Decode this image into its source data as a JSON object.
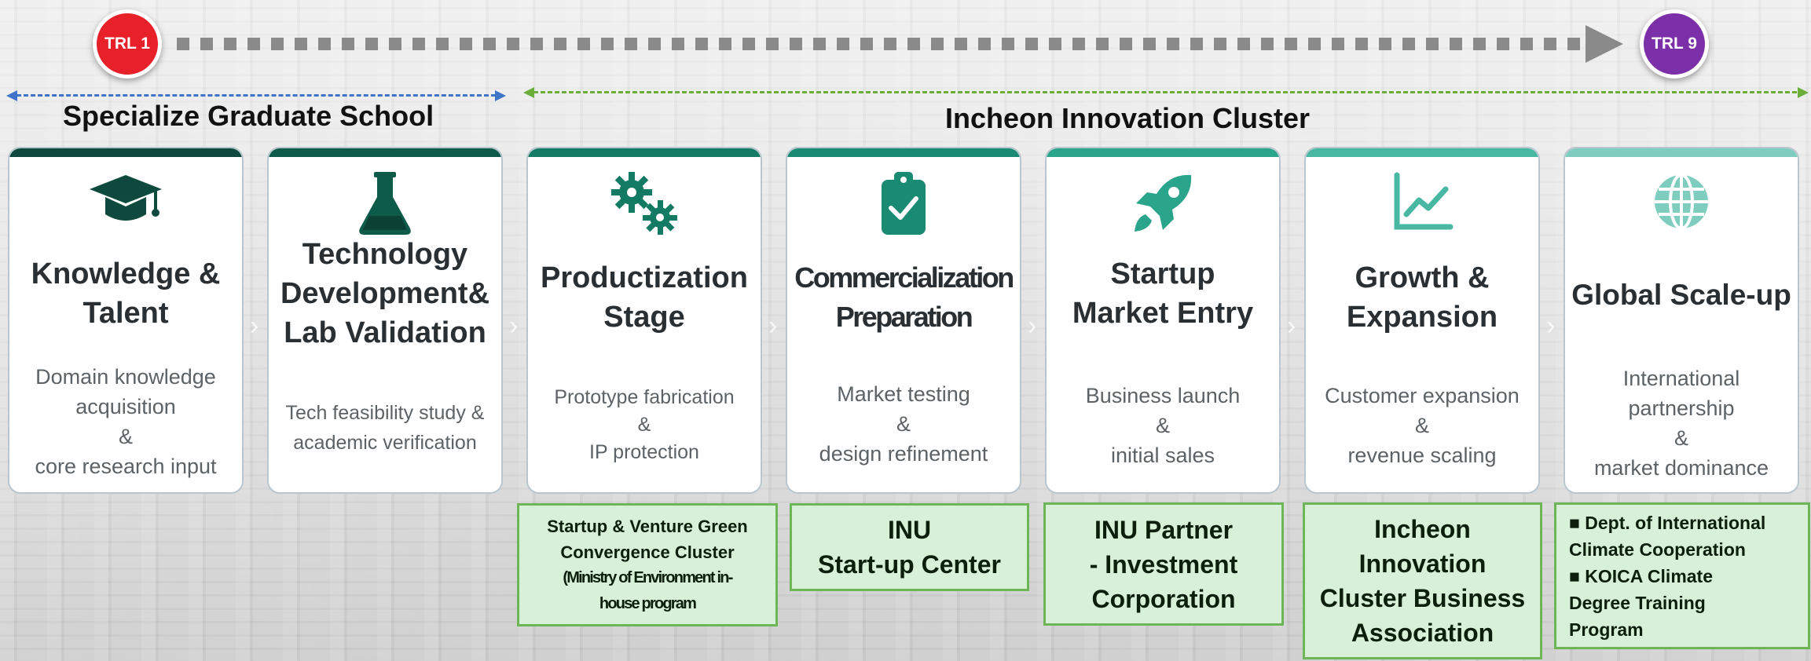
{
  "trl": {
    "start_label": "TRL 1",
    "end_label": "TRL 9",
    "start_color": "#e8202a",
    "end_color": "#7b2fa8"
  },
  "sections": {
    "left_title": "Specialize Graduate School",
    "right_title": "Incheon Innovation Cluster",
    "left_color": "#3f74c9",
    "right_color": "#6cae3b"
  },
  "stages": [
    {
      "icon": "graduation-cap-icon",
      "title_lines": [
        "Knowledge &",
        "Talent"
      ],
      "desc_lines": [
        "Domain knowledge",
        "acquisition",
        "&",
        "core research input"
      ],
      "color": "#0d4a3d"
    },
    {
      "icon": "flask-icon",
      "title_lines": [
        "Technology",
        "Development&",
        "Lab Validation"
      ],
      "desc_lines": [
        "Tech feasibility study &",
        "academic verification"
      ],
      "color": "#0f5b4a"
    },
    {
      "icon": "gears-icon",
      "title_lines": [
        "Productization",
        "Stage"
      ],
      "desc_lines": [
        "Prototype fabrication",
        "&",
        "IP protection"
      ],
      "color": "#137a63"
    },
    {
      "icon": "clipboard-check-icon",
      "title_lines": [
        "Commercialization",
        "Preparation"
      ],
      "desc_lines": [
        "Market testing",
        "&",
        "design refinement"
      ],
      "color": "#1b8a72"
    },
    {
      "icon": "rocket-icon",
      "title_lines": [
        "Startup",
        "Market Entry"
      ],
      "desc_lines": [
        "Business launch",
        "&",
        "initial sales"
      ],
      "color": "#2aa48b"
    },
    {
      "icon": "chart-line-icon",
      "title_lines": [
        "Growth &",
        "Expansion"
      ],
      "desc_lines": [
        "Customer expansion",
        "&",
        "revenue scaling"
      ],
      "color": "#48b8a3"
    },
    {
      "icon": "globe-icon",
      "title_lines": [
        "Global Scale-up"
      ],
      "desc_lines": [
        "International",
        "partnership",
        "&",
        "market dominance"
      ],
      "color": "#7fcdbf"
    }
  ],
  "orgs": [
    {
      "lines": [
        "Startup & Venture Green",
        "Convergence Cluster",
        "(Ministry of Environment in-",
        "house program"
      ]
    },
    {
      "lines": [
        "INU",
        "Start-up Center"
      ]
    },
    {
      "lines": [
        "INU Partner",
        "- Investment",
        "Corporation"
      ]
    },
    {
      "lines": [
        "Incheon",
        "Innovation",
        "Cluster Business",
        "Association"
      ]
    },
    {
      "lines": [
        "■ Dept. of International",
        "Climate Cooperation",
        "■ KOICA Climate",
        "Degree Training",
        "Program"
      ]
    }
  ]
}
